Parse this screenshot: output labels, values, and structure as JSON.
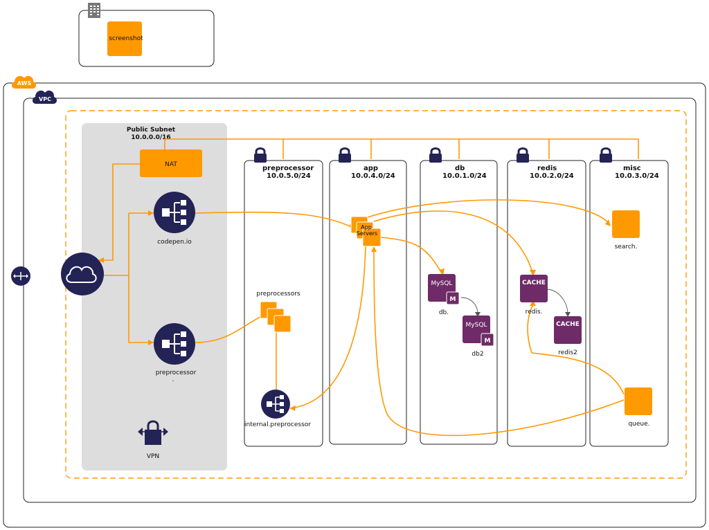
{
  "colors": {
    "accent": "#ff9900",
    "navy": "#232356",
    "mysql": "#6e2b67",
    "subnet": "#dddddd"
  },
  "top_group": {
    "icon": "building-icon",
    "node": "screenshot"
  },
  "aws": {
    "badge": "AWS"
  },
  "vpc": {
    "badge": "VPC"
  },
  "public_subnet": {
    "title": "Public Subnet",
    "cidr": "10.0.0.0/16",
    "nat": "NAT",
    "codepen": "codepen.io",
    "preprocessor": "preprocessor",
    "preprocessor_sub": ".",
    "vpn": "VPN"
  },
  "subnets": {
    "preprocessor": {
      "title": "preprocessor",
      "cidr": "10.0.5.0/24"
    },
    "app": {
      "title": "app",
      "cidr": "10.0.4.0/24"
    },
    "db": {
      "title": "db",
      "cidr": "10.0.1.0/24"
    },
    "redis": {
      "title": "redis",
      "cidr": "10.0.2.0/24"
    },
    "misc": {
      "title": "misc",
      "cidr": "10.0.3.0/24"
    }
  },
  "nodes": {
    "preprocessors": "preprocessors",
    "internal_preprocessor": "internal.preprocessor",
    "app_servers_line1": "App",
    "app_servers_line2": "Servers",
    "mysql_text": "MySQL",
    "mysql_m": "M",
    "db": "db.",
    "db2": "db2",
    "cache_text": "CACHE",
    "redis": "redis.",
    "redis2": "redis2",
    "search": "search.",
    "queue": "queue."
  }
}
